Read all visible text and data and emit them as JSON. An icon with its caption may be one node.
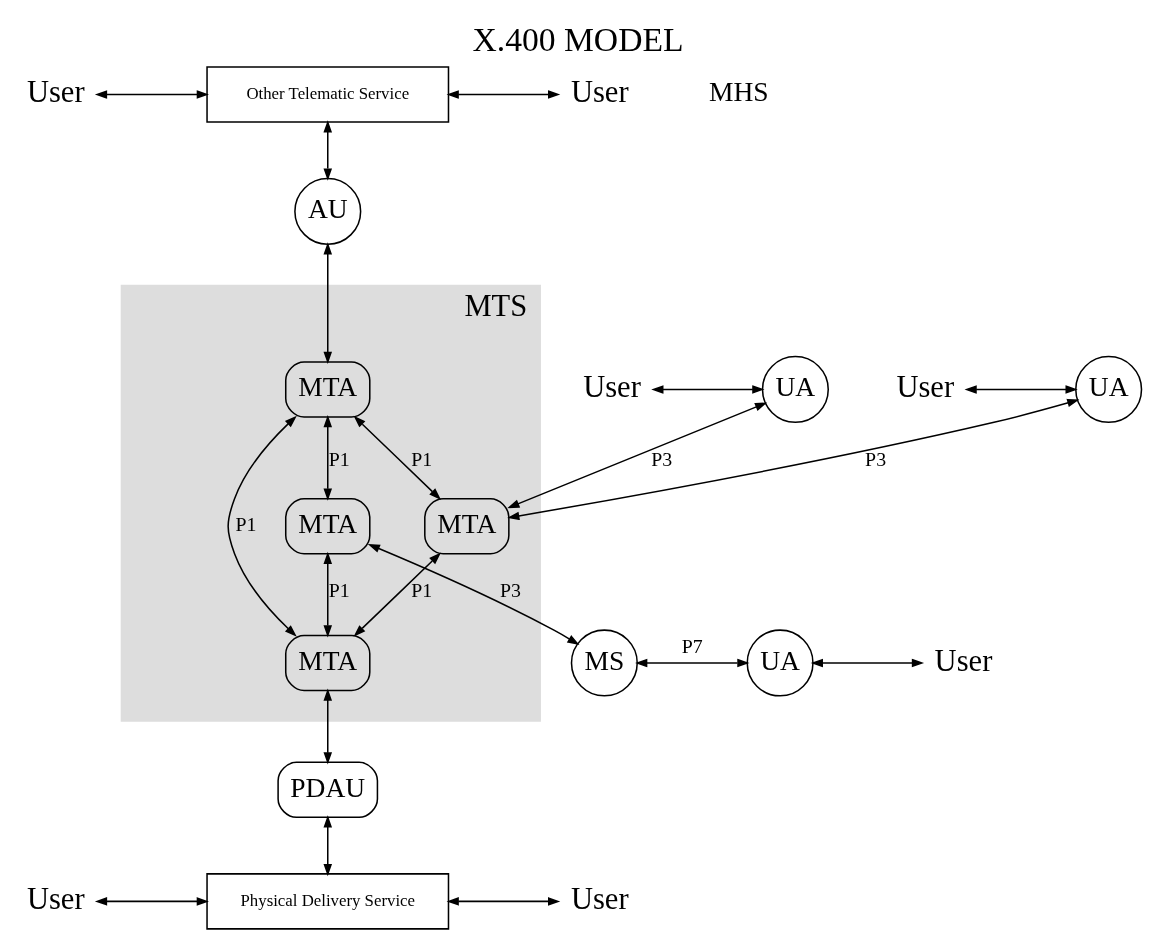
{
  "diagram": {
    "title": "X.400 MODEL",
    "nodes": [
      {
        "text": [
          "User"
        ]
      },
      {
        "text": [
          "Other Telematic Service"
        ]
      },
      {
        "text": [
          "User"
        ]
      },
      {
        "text": [
          "AU"
        ]
      },
      {
        "text": [
          "MTS"
        ]
      },
      {
        "text": [
          "MTA"
        ],
        "in": 4
      },
      {
        "text": [
          "MTA"
        ],
        "in": 4
      },
      {
        "text": [
          "MTA"
        ],
        "in": 4
      },
      {
        "text": [
          "MTA"
        ],
        "in": 4
      },
      {
        "text": [
          "User"
        ]
      },
      {
        "text": [
          "UA"
        ]
      },
      {
        "text": [
          "User"
        ]
      },
      {
        "text": [
          "UA"
        ]
      },
      {
        "text": [
          "MS"
        ]
      },
      {
        "text": [
          "UA"
        ]
      },
      {
        "text": [
          "User"
        ]
      },
      {
        "text": [
          "PDAU"
        ]
      },
      {
        "text": [
          "User"
        ]
      },
      {
        "text": [
          "Physical Delivery Service"
        ]
      },
      {
        "text": [
          "User"
        ]
      }
    ],
    "edges": [
      {
        "from": 0,
        "to": 1,
        "arrow": "both"
      },
      {
        "from": 1,
        "to": 2,
        "arrow": "both"
      },
      {
        "from": 1,
        "to": 3,
        "arrow": "both"
      },
      {
        "from": 3,
        "to": 5,
        "arrow": "both"
      },
      {
        "from": 5,
        "to": 6,
        "arrow": "both",
        "label": "P1"
      },
      {
        "from": 5,
        "to": 7,
        "arrow": "both",
        "label": "P1"
      },
      {
        "from": 5,
        "to": 8,
        "arrow": "both",
        "label": "P1"
      },
      {
        "from": 6,
        "to": 8,
        "arrow": "both",
        "label": "P1"
      },
      {
        "from": 7,
        "to": 8,
        "arrow": "both",
        "label": "P1"
      },
      {
        "from": 9,
        "to": 10,
        "arrow": "both"
      },
      {
        "from": 10,
        "to": 6,
        "arrow": "both",
        "label": "P3"
      },
      {
        "from": 11,
        "to": 12,
        "arrow": "both"
      },
      {
        "from": 12,
        "to": 6,
        "arrow": "both",
        "label": "P3"
      },
      {
        "from": 7,
        "to": 13,
        "arrow": "both",
        "label": "P3"
      },
      {
        "from": 13,
        "to": 14,
        "arrow": "both",
        "label": "P7"
      },
      {
        "from": 14,
        "to": 15,
        "arrow": "both"
      },
      {
        "from": 8,
        "to": 16,
        "arrow": "both"
      },
      {
        "from": 16,
        "to": 18,
        "arrow": "both"
      },
      {
        "from": 17,
        "to": 18,
        "arrow": "both"
      },
      {
        "from": 18,
        "to": 19,
        "arrow": "both"
      }
    ],
    "labels": [
      "MHS"
    ]
  }
}
